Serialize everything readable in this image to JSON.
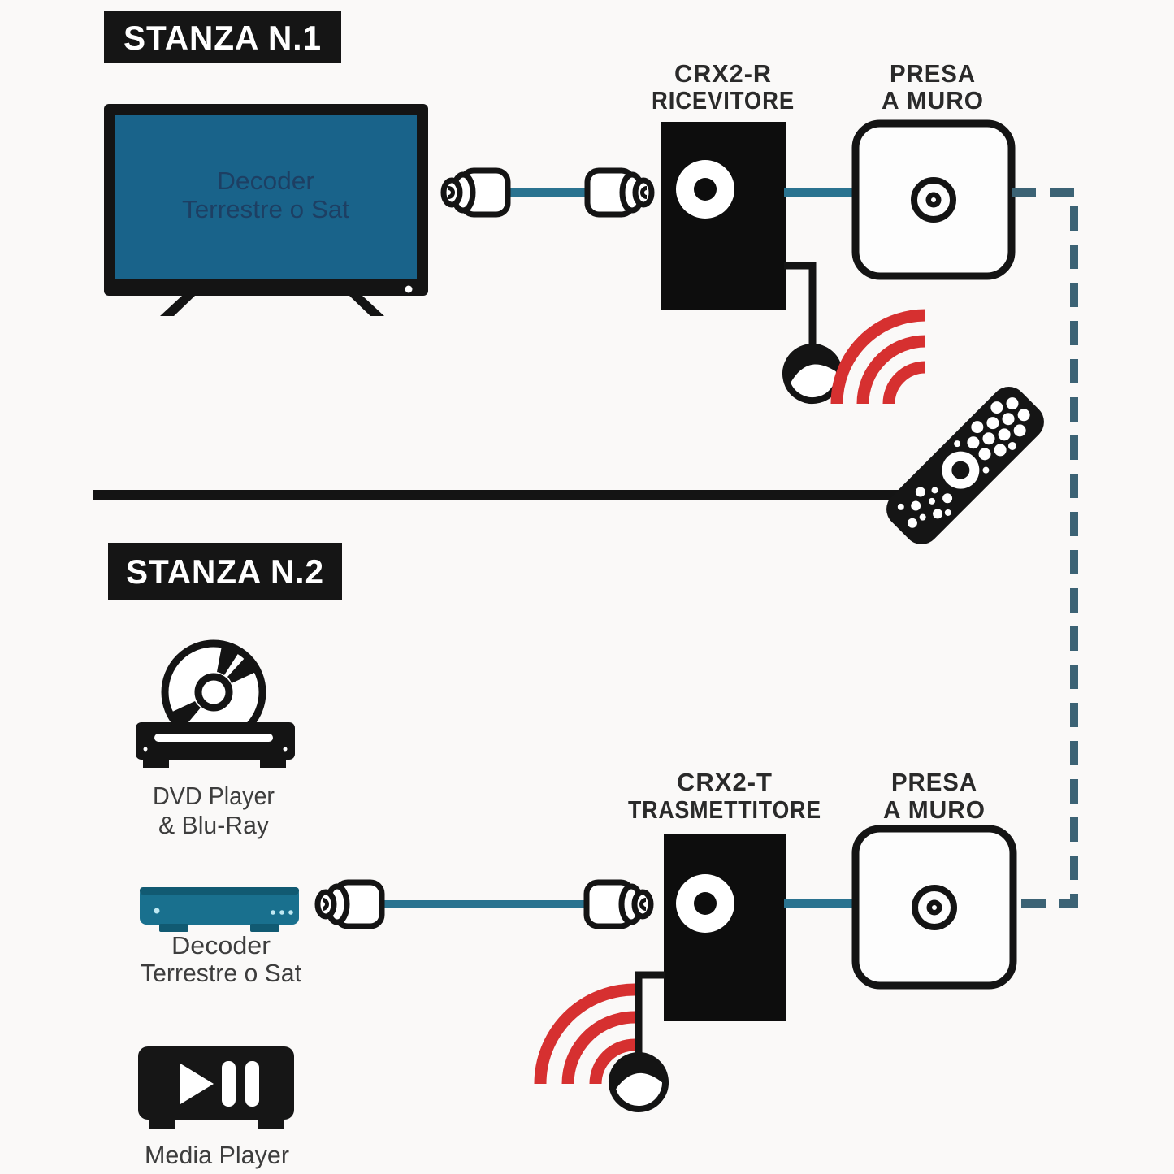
{
  "page": {
    "background": "#faf9f8"
  },
  "colors": {
    "ink": "#141414",
    "tv_screen_teal": "#19638a",
    "cable_teal": "#2a7390",
    "decoder_teal": "#19708e",
    "decoder_teal_dark": "#115a72",
    "dashed_line_slate": "#3c6375",
    "ir_red": "#d63030",
    "screen_text_navy": "#1d3f63",
    "label_white": "#ffffff"
  },
  "room1": {
    "title": "STANZA N.1",
    "tv": {
      "screen_text_line1": "Decoder",
      "screen_text_line2": "Terrestre o Sat"
    },
    "receiver": {
      "label_line1": "CRX2-R",
      "label_line2": "RICEVITORE"
    },
    "wall_socket": {
      "label_line1": "PRESA",
      "label_line2": "A MURO"
    }
  },
  "room2": {
    "title": "STANZA N.2",
    "transmitter": {
      "label_line1": "CRX2-T",
      "label_line2": "TRASMETTITORE"
    },
    "wall_socket": {
      "label_line1": "PRESA",
      "label_line2": "A MURO"
    },
    "dvd_player": {
      "caption_line1": "DVD Player",
      "caption_line2": "& Blu-Ray"
    },
    "decoder": {
      "caption_line1": "Decoder",
      "caption_line2": "Terrestre o Sat"
    },
    "media_player": {
      "caption": "Media Player"
    }
  }
}
